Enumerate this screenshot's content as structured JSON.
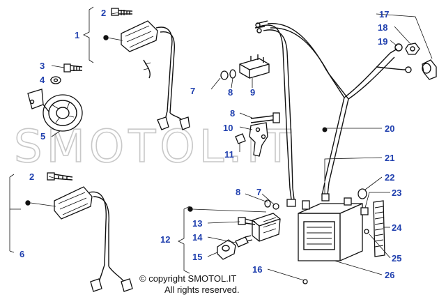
{
  "diagram": {
    "watermark": "SMOTOL.IT",
    "copyright_line1": "© copyright SMOTOL.IT",
    "copyright_line2": "All rights reserved.",
    "label_color": "#1f3fae",
    "labels": {
      "l1": "1",
      "l2a": "2",
      "l2b": "2",
      "l3": "3",
      "l4": "4",
      "l5": "5",
      "l6": "6",
      "l7a": "7",
      "l7b": "7",
      "l8a": "8",
      "l8b": "8",
      "l8c": "8",
      "l9": "9",
      "l10": "10",
      "l11": "11",
      "l12": "12",
      "l13": "13",
      "l14": "14",
      "l15": "15",
      "l16": "16",
      "l17": "17",
      "l18": "18",
      "l19": "19",
      "l20": "20",
      "l21": "21",
      "l22": "22",
      "l23": "23",
      "l24": "24",
      "l25": "25",
      "l26": "26"
    }
  }
}
